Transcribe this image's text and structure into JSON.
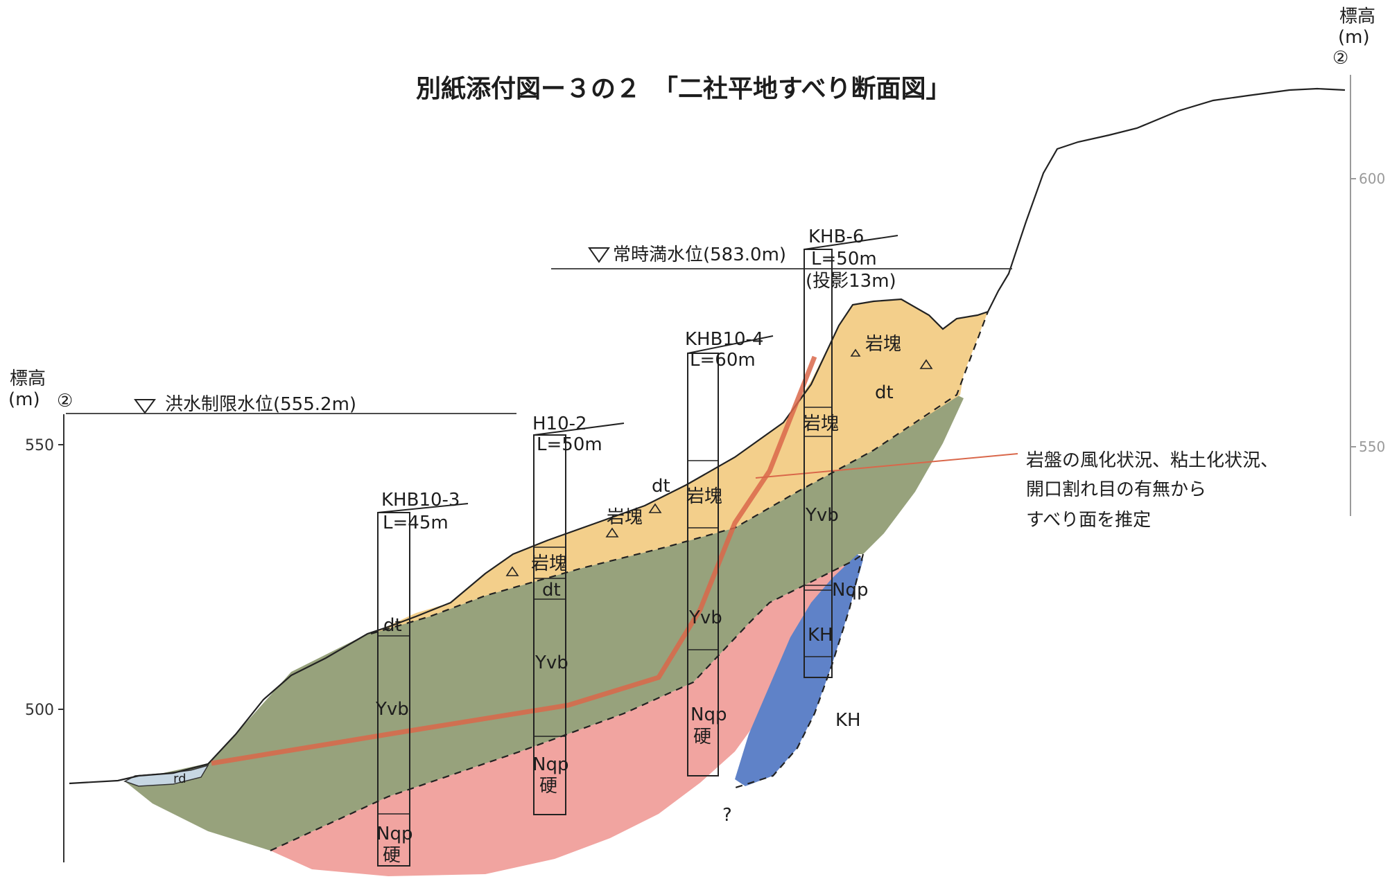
{
  "title": "別紙添付図ー３の２　「二社平地すべり断面図」",
  "left_axis": {
    "label": "標高",
    "unit": "(m)",
    "section_mark": "②",
    "ticks": [
      "550",
      "500"
    ]
  },
  "right_axis": {
    "label": "標高",
    "unit": "(m)",
    "section_mark": "②",
    "ticks": [
      "600",
      "550"
    ]
  },
  "water_levels": {
    "flood_limit": "洪水制限水位(555.2m)",
    "normal_full": "常時満水位(583.0m)"
  },
  "boreholes": [
    {
      "id": "KHB10-3",
      "length": "L=45m",
      "projection": "",
      "layers": [
        "dt",
        "Yvb",
        "Nqp",
        "硬"
      ]
    },
    {
      "id": "H10-2",
      "length": "L=50m",
      "projection": "",
      "layers": [
        "岩塊",
        "dt",
        "Yvb",
        "Nqp",
        "硬"
      ]
    },
    {
      "id": "KHB10-4",
      "length": "L=60m",
      "projection": "",
      "layers": [
        "岩塊",
        "Yvb",
        "Nqp",
        "硬"
      ]
    },
    {
      "id": "KHB-6",
      "length": "L=50m",
      "projection": "(投影13m)",
      "layers": [
        "岩塊",
        "Yvb",
        "Nqp",
        "KH"
      ]
    }
  ],
  "zone_labels": {
    "block": "岩塊",
    "debris": "dt",
    "volcanic": "Yvb",
    "nqp": "Nqp",
    "kh": "KH",
    "rd": "rd",
    "unknown": "?"
  },
  "annotation": {
    "lines": [
      "岩盤の風化状況、粘土化状況、",
      "開口割れ目の有無から",
      "すべり面を推定"
    ]
  },
  "colors": {
    "debris": "#f3cf8b",
    "volcanic": "#97a27c",
    "nqp": "#f1a4a0",
    "kh": "#5f82c8",
    "slip_surface": "#d9674a",
    "line": "#222222"
  }
}
